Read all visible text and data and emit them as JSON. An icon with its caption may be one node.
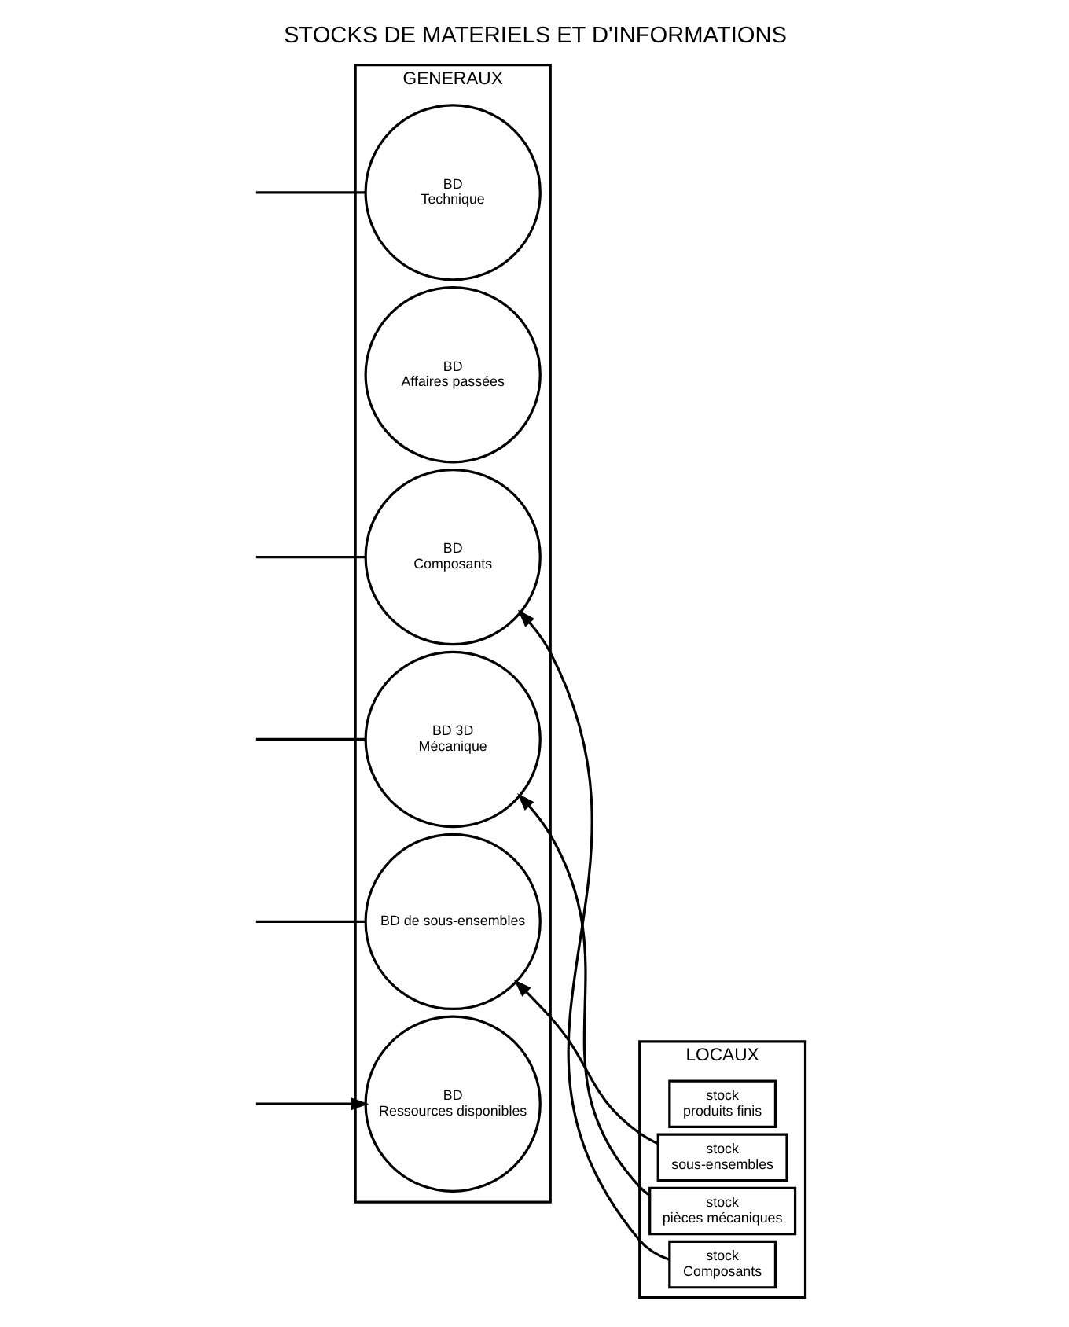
{
  "diagram": {
    "title": "STOCKS DE MATERIELS ET D'INFORMATIONS",
    "nodes": [
      {
        "text": [
          "GENERAUX"
        ]
      },
      {
        "text": [
          "BD",
          "Affaires passées"
        ],
        "in": 0
      },
      {
        "text": [
          "BD",
          "Technique"
        ],
        "in": 0
      },
      {
        "text": [
          "BD",
          "Composants"
        ],
        "in": 0
      },
      {
        "text": [
          "BD 3D",
          "Mécanique"
        ],
        "in": 0
      },
      {
        "text": [
          "BD de sous-ensembles"
        ],
        "in": 0
      },
      {
        "text": [
          "BD",
          "Ressources disponibles"
        ],
        "in": 0
      },
      {
        "text": [
          "LOCAUX"
        ]
      },
      {
        "text": [
          "stock",
          "Composants"
        ],
        "in": 7
      },
      {
        "text": [
          "stock",
          "pièces mécaniques"
        ],
        "in": 7
      },
      {
        "text": [
          "stock",
          "sous-ensembles"
        ],
        "in": 7
      },
      {
        "text": [
          "stock",
          "produits finis"
        ],
        "in": 7
      }
    ],
    "edges": [
      {
        "from": null,
        "to": 2,
        "arrow": "none"
      },
      {
        "from": null,
        "to": 3,
        "arrow": "none"
      },
      {
        "from": null,
        "to": 4,
        "arrow": "none"
      },
      {
        "from": null,
        "to": 5,
        "arrow": "none"
      },
      {
        "from": null,
        "to": 6,
        "arrow": "to"
      },
      {
        "from": 8,
        "to": 3,
        "arrow": "to"
      },
      {
        "from": 9,
        "to": 4,
        "arrow": "to"
      },
      {
        "from": 10,
        "to": 5,
        "arrow": "to"
      }
    ]
  }
}
